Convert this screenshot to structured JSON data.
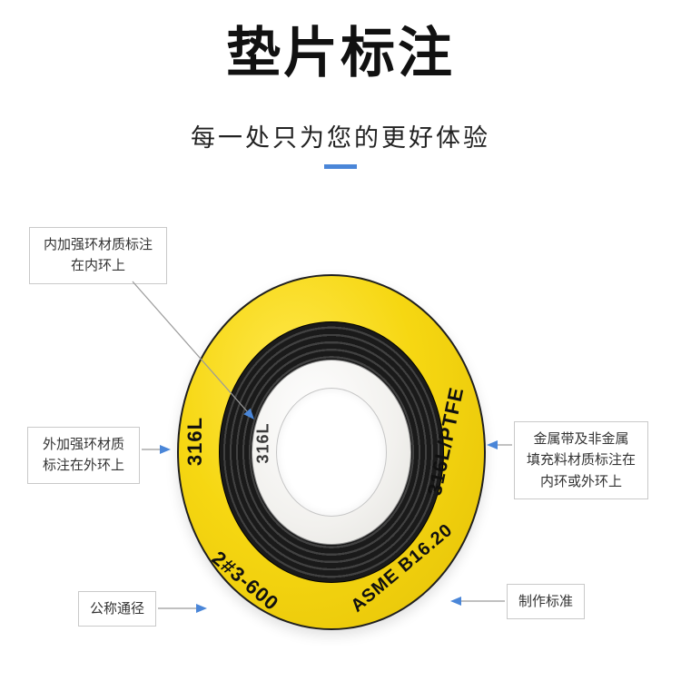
{
  "header": {
    "title": "垫片标注",
    "subtitle": "每一处只为您的更好体验"
  },
  "gasket": {
    "outer_ring_text": "316L",
    "inner_ring_text": "316L",
    "filler_text": "316L/PTFE",
    "standard_text": "ASME B16.20",
    "size_text": "2#3-600"
  },
  "callouts": [
    {
      "id": "inner-ring-material",
      "text": "内加强环材质标注\n在内环上"
    },
    {
      "id": "outer-ring-material",
      "text": "外加强环材质\n标注在外环上"
    },
    {
      "id": "filler-material",
      "text": "金属带及非金属\n填充料材质标注在\n内环或外环上"
    },
    {
      "id": "nominal-diameter",
      "text": "公称通径"
    },
    {
      "id": "manufacturing-standard",
      "text": "制作标准"
    }
  ],
  "colors": {
    "accent_blue": "#4a86d8",
    "gasket_yellow": "#f6d712",
    "spiral_dark": "#1a1a1a",
    "title_black": "#111111"
  }
}
